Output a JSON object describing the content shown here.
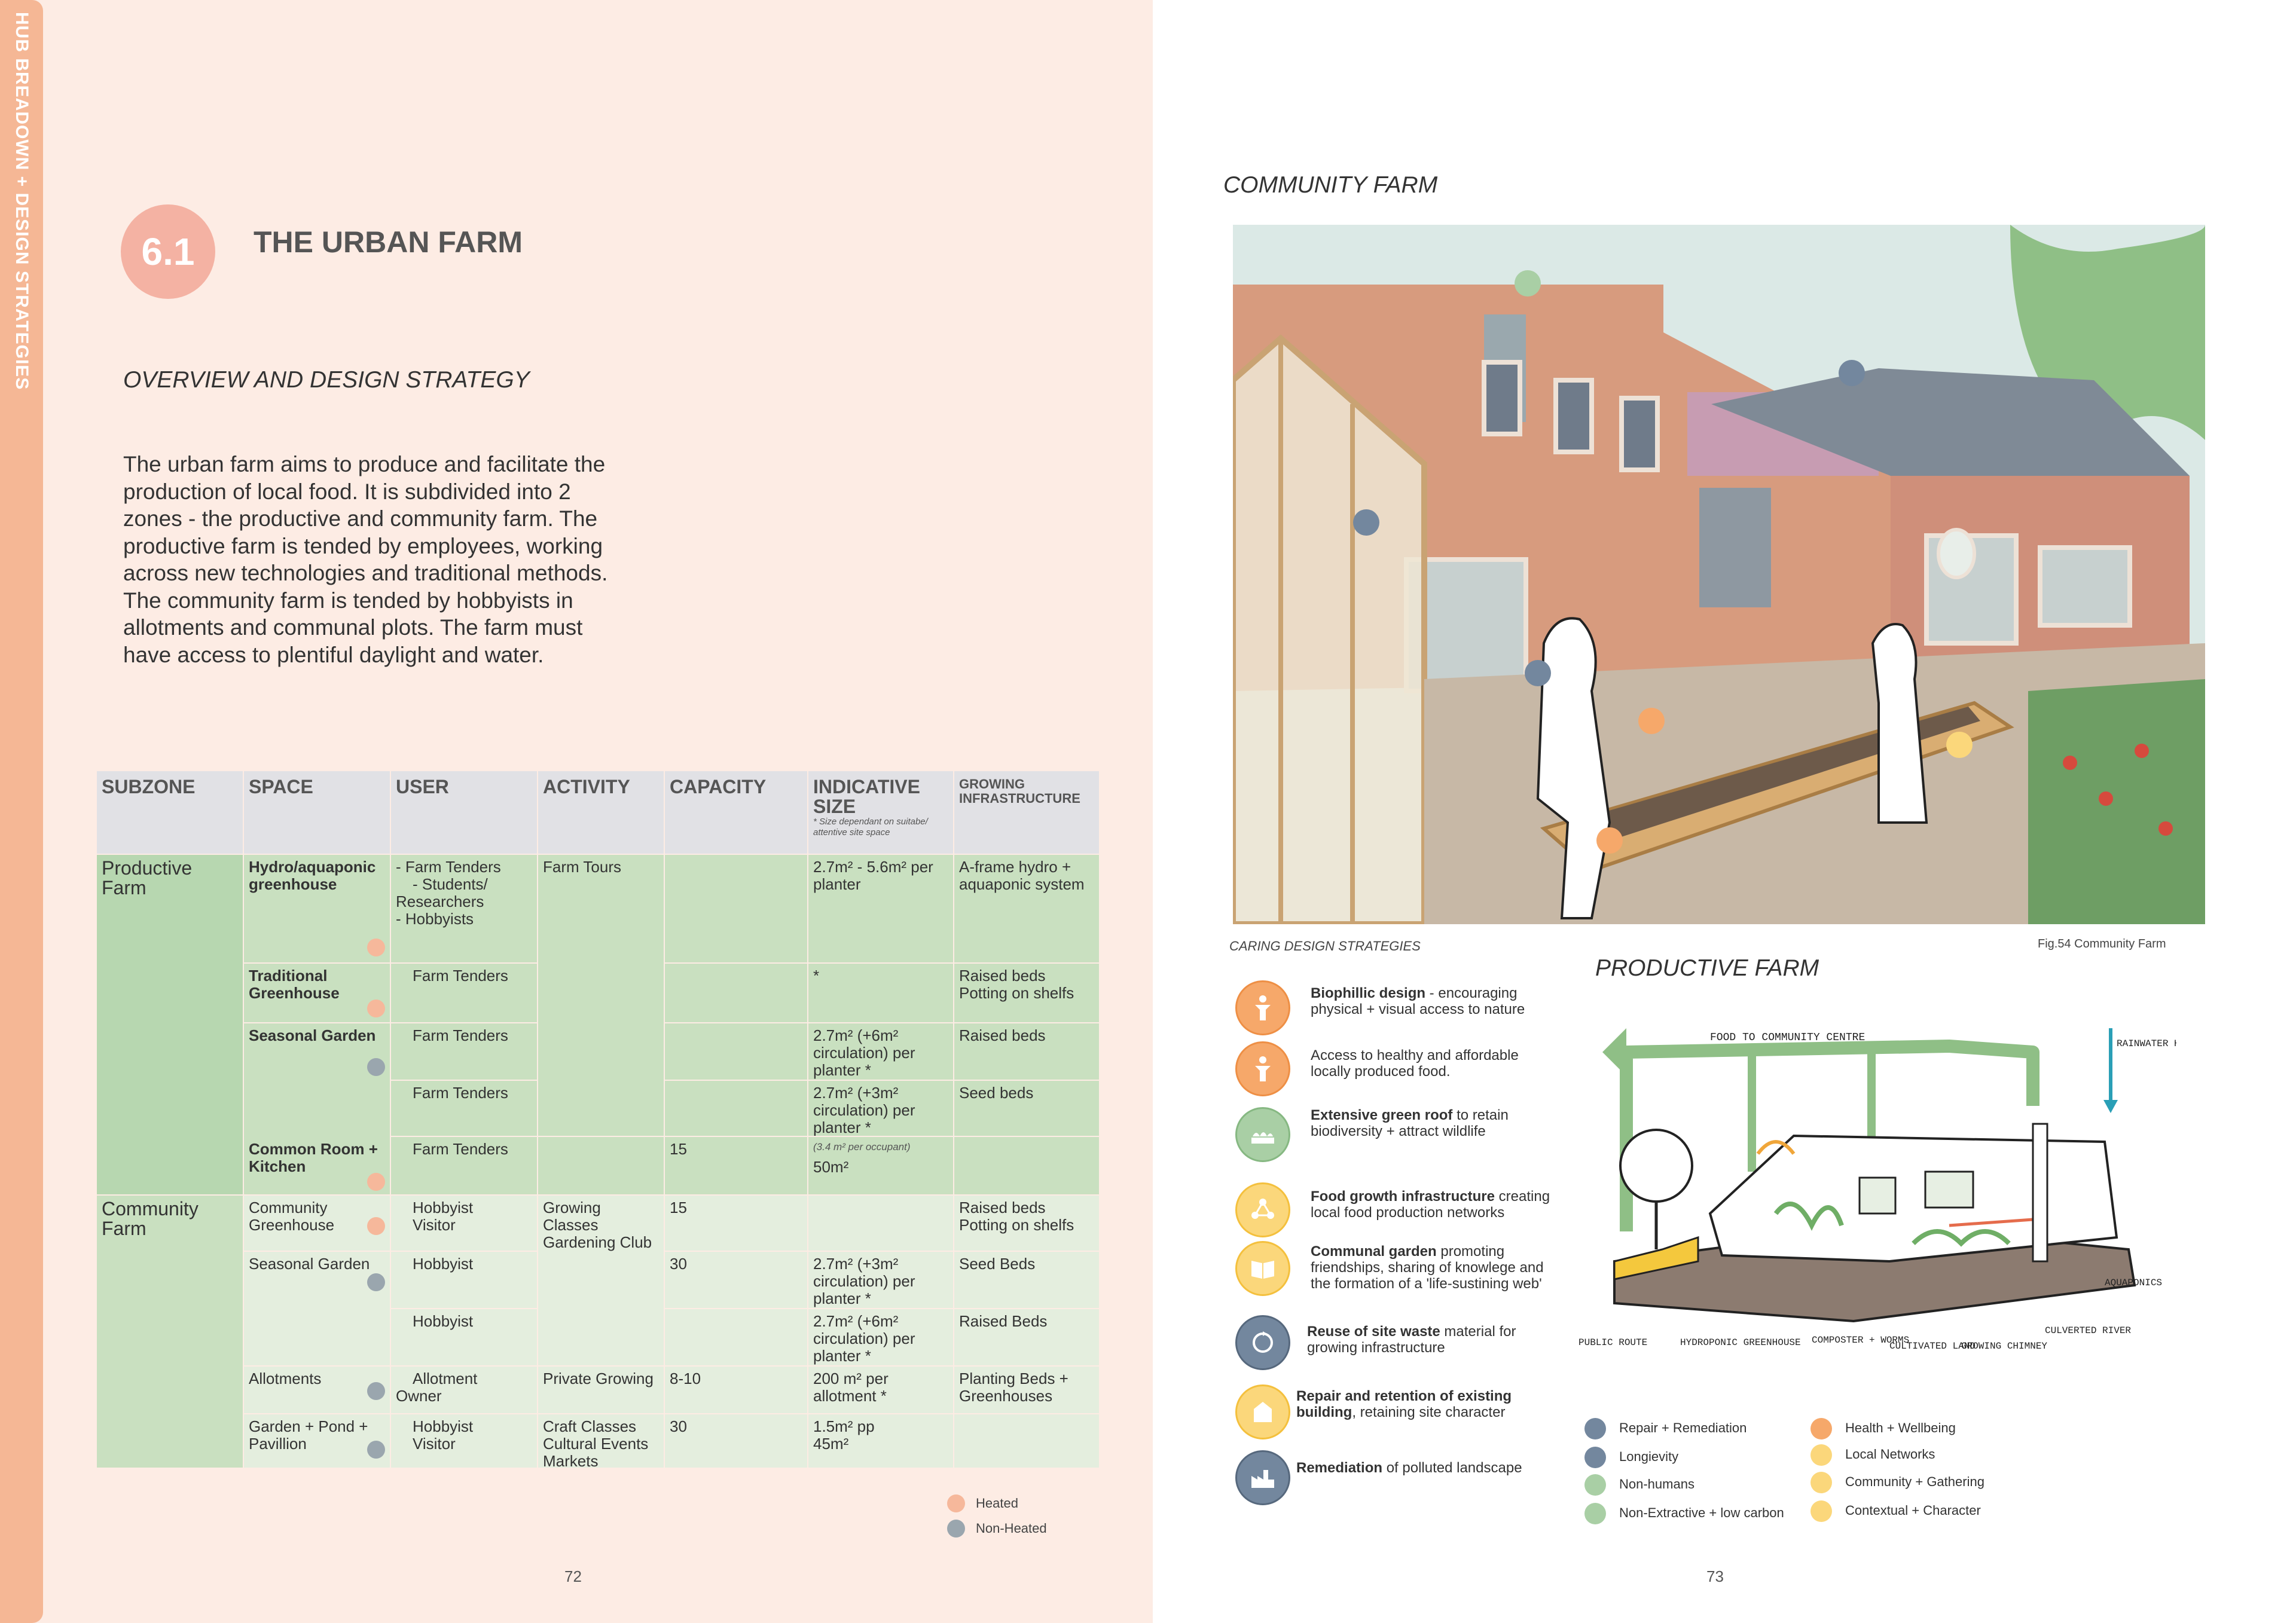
{
  "left": {
    "side_tab": "HUB BREADOWN + DESIGN STRATEGIES",
    "section_number": "6.1",
    "section_title": "THE URBAN FARM",
    "overview_heading": "OVERVIEW AND DESIGN STRATEGY",
    "intro_lines": [
      "The urban farm aims to produce and facilitate the",
      "production of local food. It is subdivided into 2",
      "zones - the productive and community farm. The",
      "productive farm is tended by employees, working",
      "across new technologies and traditional methods.",
      "The community farm is tended by hobbyists in",
      "allotments and communal plots. The farm must",
      "have access to plentiful daylight and water."
    ],
    "table": {
      "headers": {
        "subzone": "SUBZONE",
        "space": "SPACE",
        "user": "USER",
        "activity": "ACTIVITY",
        "capacity": "CAPACITY",
        "size": "INDICATIVE SIZE",
        "size_note": "* Size dependant on suitabe/ attentive site space",
        "growing": "GROWING INFRASTRUCTURE"
      },
      "subzones": {
        "productive": "Productive Farm",
        "community": "Community Farm"
      },
      "activities": {
        "farm_tours": "Farm Tours",
        "growing_classes": "Growing Classes",
        "gardening_club": "Gardening Club",
        "private_growing": "Private Growing",
        "craft_classes": "Craft Classes",
        "cultural_events": "Cultural Events",
        "markets": "Markets"
      },
      "rows": [
        {
          "space": "Hydro/aquaponic greenhouse",
          "user_lines": [
            "-   Farm Tenders",
            "-   Students/",
            "Researchers",
            "-   Hobbyists"
          ],
          "capacity": "",
          "size": "2.7m² - 5.6m² per planter",
          "growing": "A-frame hydro + aquaponic system"
        },
        {
          "space": "Traditional Greenhouse",
          "user": "Farm Tenders",
          "capacity": "",
          "size": "*",
          "growing": "Raised beds Potting on shelfs"
        },
        {
          "space": "Seasonal Garden",
          "user": "Farm Tenders",
          "capacity": "",
          "size": "2.7m² (+6m² circulation) per planter *",
          "growing": "Raised beds"
        },
        {
          "space": "",
          "user": "Farm Tenders",
          "capacity": "",
          "size": "2.7m² (+3m² circulation) per planter *",
          "growing": "Seed beds"
        },
        {
          "space": "Common Room + Kitchen",
          "user": "Farm Tenders",
          "capacity": "15",
          "size_note": "(3.4 m² per occupant)",
          "size": "50m²",
          "growing": ""
        },
        {
          "space": "Community Greenhouse",
          "user_lines": [
            "Hobbyist",
            "Visitor"
          ],
          "capacity": "15",
          "size": "",
          "growing": "Raised beds Potting on shelfs"
        },
        {
          "space": "Seasonal Garden",
          "user": "Hobbyist",
          "capacity": "30",
          "size": "2.7m² (+3m² circulation) per planter *",
          "growing": "Seed Beds"
        },
        {
          "space": "",
          "user": "Hobbyist",
          "capacity": "",
          "size": "2.7m² (+6m² circulation) per planter *",
          "growing": "Raised Beds"
        },
        {
          "space": "Allotments",
          "user_lines": [
            "Allotment",
            "Owner"
          ],
          "capacity": "8-10",
          "size": "200 m² per allotment *",
          "growing": "Planting Beds + Greenhouses"
        },
        {
          "space": "Garden + Pond + Pavillion",
          "user_lines": [
            "Hobbyist",
            "Visitor"
          ],
          "capacity": "30",
          "size_lines": [
            "1.5m² pp",
            "45m²"
          ],
          "growing": ""
        }
      ]
    },
    "legend": {
      "heated": "Heated",
      "non_heated": "Non-Heated"
    },
    "page_number": "72",
    "colors": {
      "heated": "#f6b89b",
      "non_heated": "#9aa6ae",
      "side_tab": "#f5b795",
      "page_bg": "#fdece4"
    }
  },
  "right": {
    "community_title": "COMMUNITY FARM",
    "caring_heading": "CARING DESIGN STRATEGIES",
    "figure_caption": "Fig.54 Community Farm",
    "productive_title": "PRODUCTIVE FARM",
    "strategies": [
      {
        "bold": "Biophillic design",
        "rest": " - encouraging physical + visual access to nature",
        "icon": "person-icon",
        "color": "orange"
      },
      {
        "bold": "",
        "rest": "Access to healthy and affordable locally produced food.",
        "icon": "person-icon",
        "color": "orange"
      },
      {
        "bold": "Extensive green roof",
        "rest": " to retain biodiversity + attract wildlife",
        "icon": "roof-icon",
        "color": "green"
      },
      {
        "bold": "Food growth infrastructure",
        "rest": " creating local food production networks",
        "icon": "network-icon",
        "color": "yellow"
      },
      {
        "bold": "Communal garden",
        "rest": " promoting friendships, sharing of knowlege and the formation of a 'life-sustining web'",
        "icon": "book-icon",
        "color": "yellow"
      },
      {
        "bold": "Reuse of site waste",
        "rest": " material for growing infrastructure",
        "icon": "recycle-icon",
        "color": "navy"
      },
      {
        "bold": "Repair and retention of existing building",
        "rest": ", retaining site character",
        "icon": "building-icon",
        "color": "yellow"
      },
      {
        "bold": "Remediation",
        "rest": " of polluted landscape",
        "icon": "factory-icon",
        "color": "navy"
      }
    ],
    "productive_labels": {
      "food_to_centre": "FOOD TO COMMUNITY CENTRE",
      "rainwater": "RAINWATER HARVESTING",
      "aquaponics": "AQUAPONICS",
      "public_route": "PUBLIC ROUTE",
      "hydroponic": "HYDROPONIC GREENHOUSE",
      "composter": "COMPOSTER + WORMS",
      "cultivated": "CULTIVATED LAND",
      "chimney": "GROWING CHIMNEY",
      "river": "CULVERTED RIVER"
    },
    "legend": [
      {
        "label": "Repair + Remediation",
        "color": "#73879e"
      },
      {
        "label": "Longievity",
        "color": "#73879e"
      },
      {
        "label": "Non-humans",
        "color": "#a9cfa5"
      },
      {
        "label": "Non-Extractive + low carbon",
        "color": "#a9cfa5"
      },
      {
        "label": "Health + Wellbeing",
        "color": "#f6a86a"
      },
      {
        "label": "Local Networks",
        "color": "#fbd77b"
      },
      {
        "label": "Community + Gathering",
        "color": "#fbd77b"
      },
      {
        "label": "Contextual + Character",
        "color": "#fbd77b"
      }
    ],
    "page_number": "73"
  }
}
